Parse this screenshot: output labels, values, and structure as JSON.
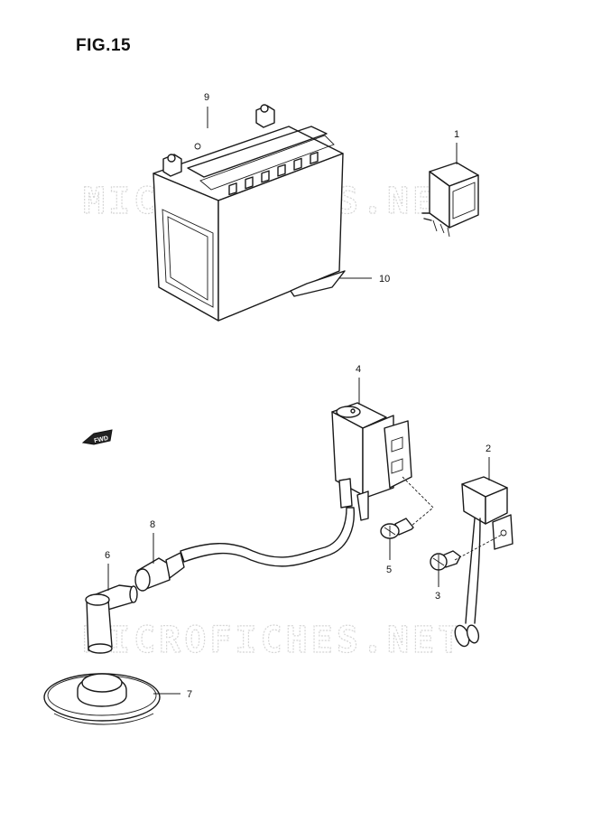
{
  "figure": {
    "title": "FIG.15",
    "watermark": "MICROFICHES.NET",
    "fwd_label": "FWD"
  },
  "callouts": [
    {
      "id": "1",
      "part": "relay"
    },
    {
      "id": "2",
      "part": "regulator"
    },
    {
      "id": "3",
      "part": "screw"
    },
    {
      "id": "4",
      "part": "ignition-coil"
    },
    {
      "id": "5",
      "part": "bolt"
    },
    {
      "id": "6",
      "part": "spark-plug-cap"
    },
    {
      "id": "7",
      "part": "grommet"
    },
    {
      "id": "8",
      "part": "cap-seal"
    },
    {
      "id": "9",
      "part": "battery"
    },
    {
      "id": "10",
      "part": "battery-pad"
    }
  ]
}
